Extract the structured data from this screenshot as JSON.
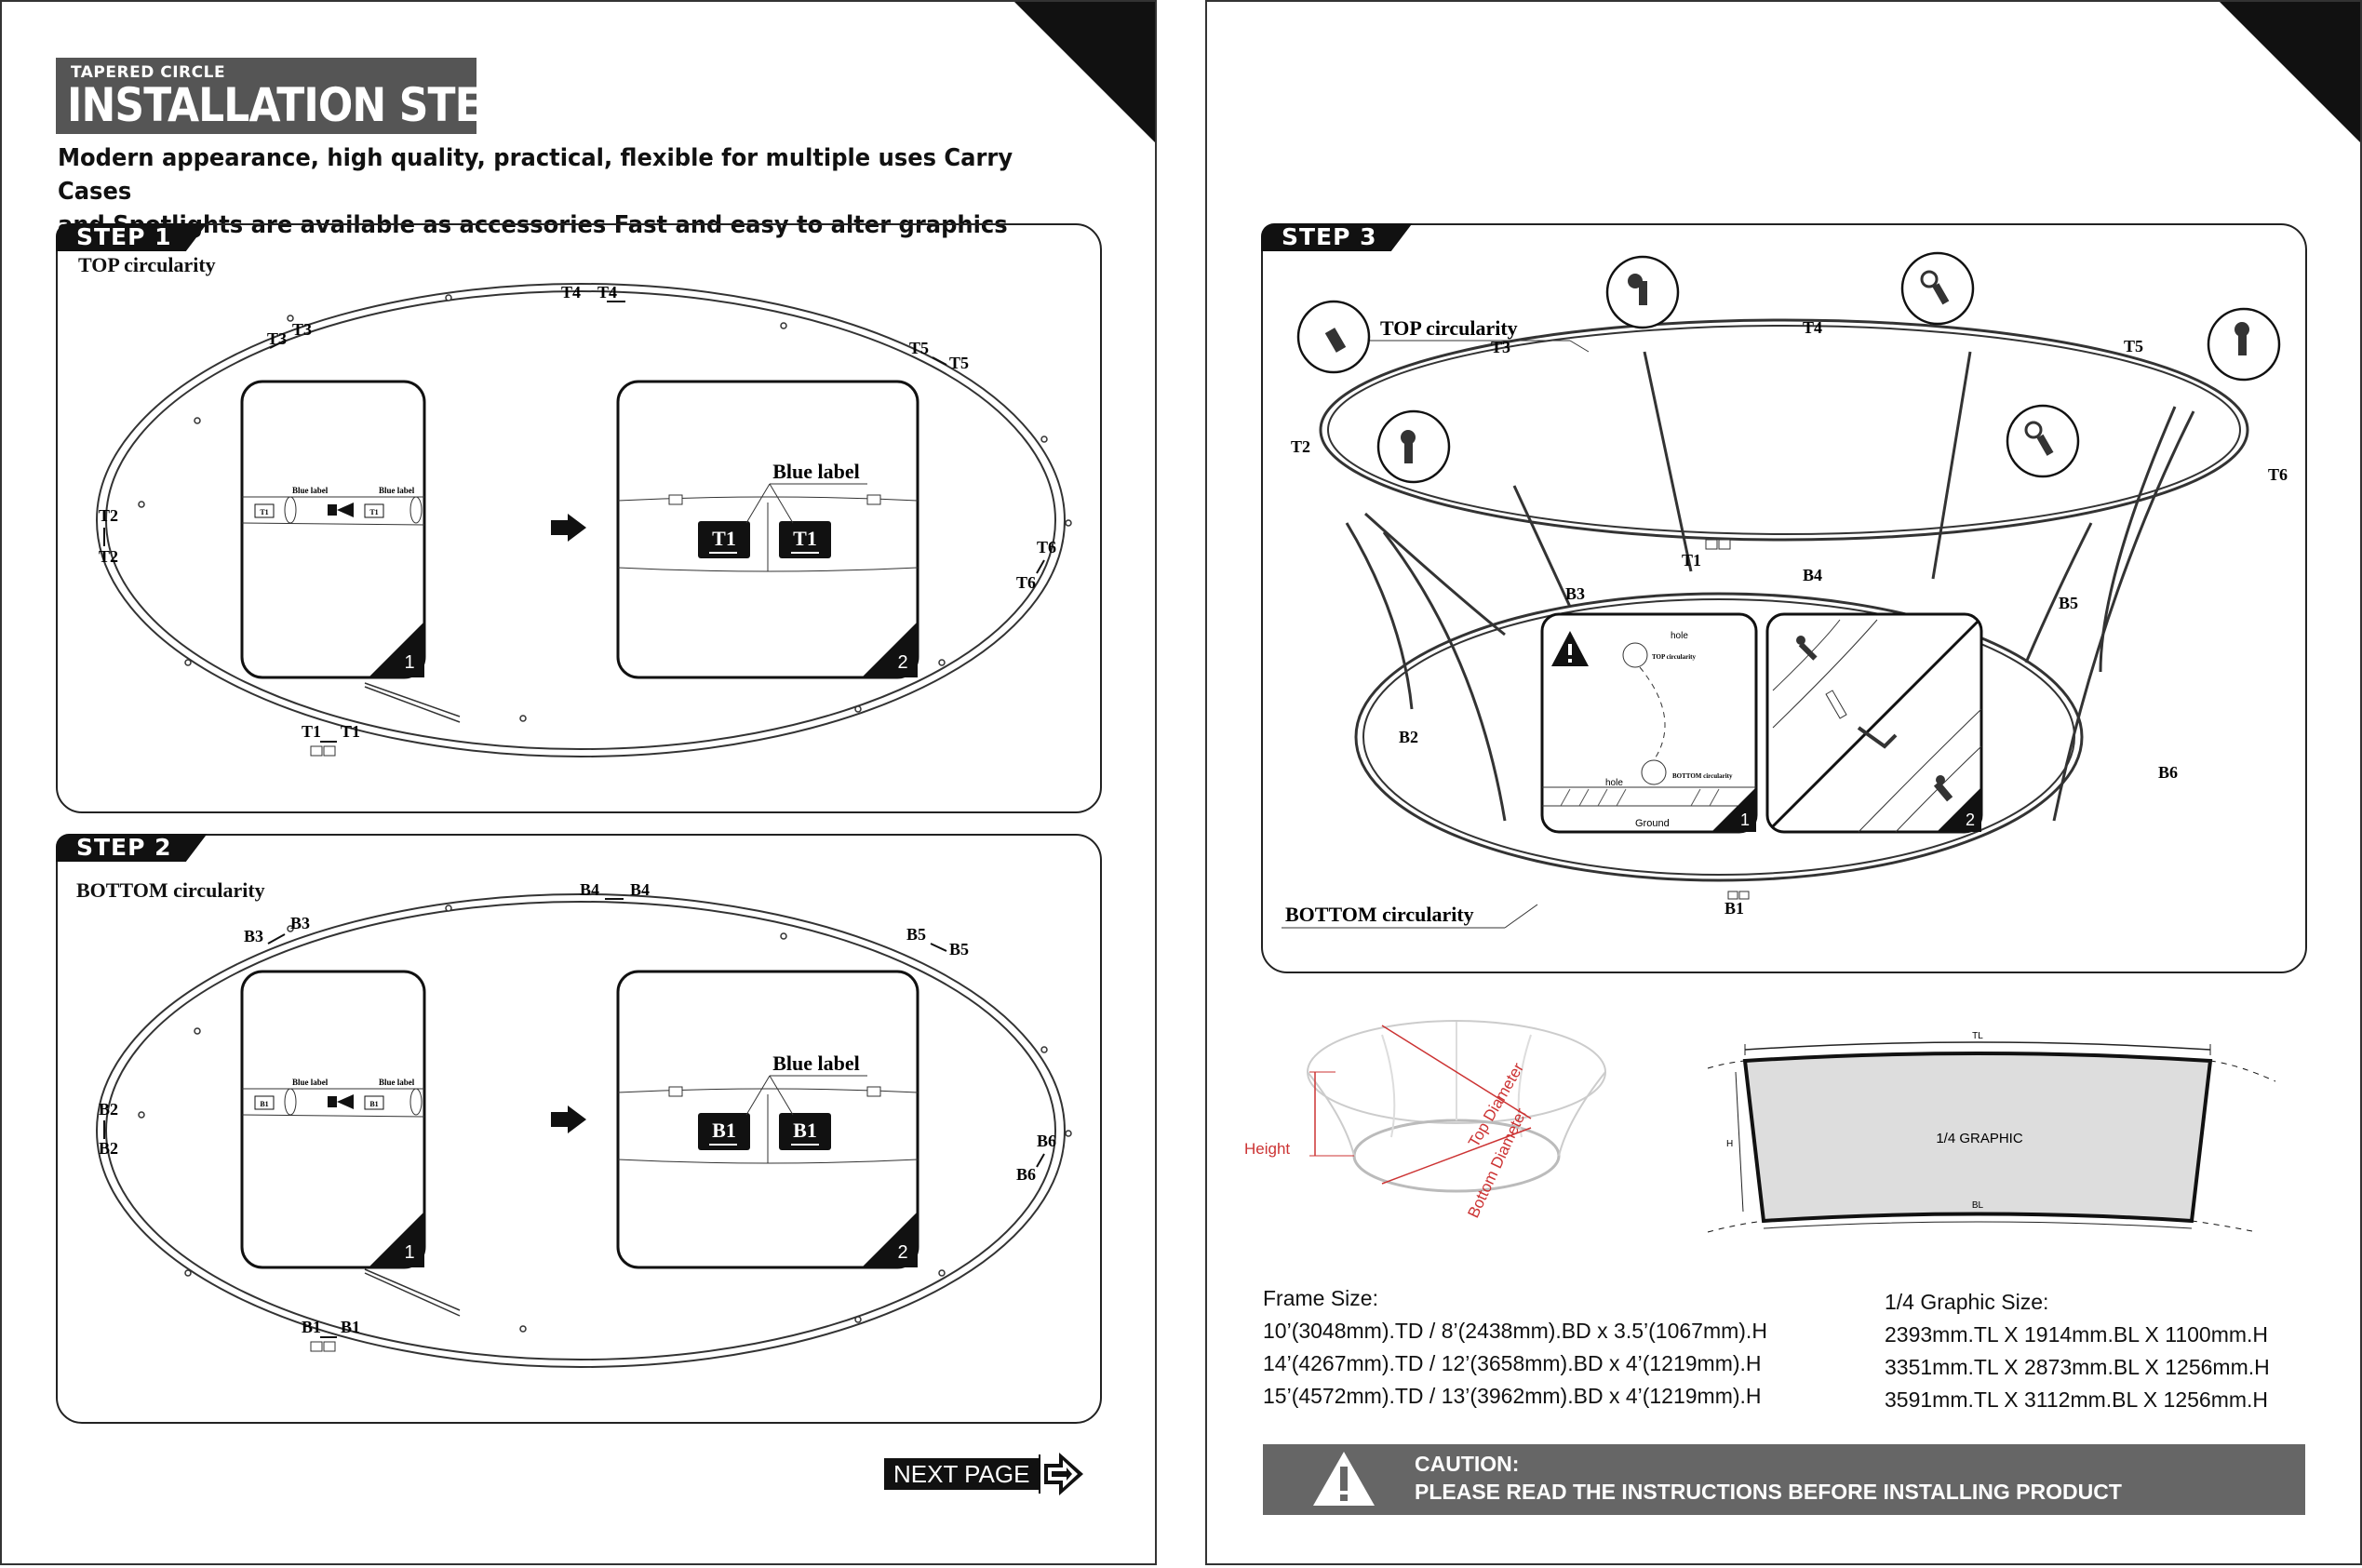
{
  "header": {
    "subtitle": "TAPERED CIRCLE",
    "title": "INSTALLATION STEPS",
    "intro_line1": "Modern appearance, high quality, practical, flexible for multiple uses Carry Cases",
    "intro_line2": "and Spotlights are available as accessories Fast and easy to alter graphics"
  },
  "step1": {
    "tag": "STEP 1",
    "section": "TOP circularity",
    "labels": {
      "t1a": "T1",
      "t1b": "T1",
      "t2a": "T2",
      "t2b": "T2",
      "t3a": "T3",
      "t3b": "T3",
      "t4a": "T4",
      "t4b": "T4",
      "t5a": "T5",
      "t5b": "T5",
      "t6a": "T6",
      "t6b": "T6"
    },
    "inset1": {
      "blue_label_a": "Blue label",
      "blue_label_b": "Blue label",
      "tag_a": "T1",
      "tag_b": "T1",
      "number": "1"
    },
    "inset2": {
      "blue_label": "Blue label",
      "tag_a": "T1",
      "tag_b": "T1",
      "number": "2"
    }
  },
  "step2": {
    "tag": "STEP 2",
    "section": "BOTTOM circularity",
    "labels": {
      "b1a": "B1",
      "b1b": "B1",
      "b2a": "B2",
      "b2b": "B2",
      "b3a": "B3",
      "b3b": "B3",
      "b4a": "B4",
      "b4b": "B4",
      "b5a": "B5",
      "b5b": "B5",
      "b6a": "B6",
      "b6b": "B6"
    },
    "inset1": {
      "blue_label_a": "Blue label",
      "blue_label_b": "Blue label",
      "tag_a": "B1",
      "tag_b": "B1",
      "number": "1"
    },
    "inset2": {
      "blue_label": "Blue label",
      "tag_a": "B1",
      "tag_b": "B1",
      "number": "2"
    }
  },
  "next_page": "NEXT PAGE",
  "step3": {
    "tag": "STEP 3",
    "top_label": "TOP circularity",
    "bottom_label": "BOTTOM circularity",
    "labels": {
      "t1": "T1",
      "t2": "T2",
      "t3": "T3",
      "t4": "T4",
      "t5": "T5",
      "t6": "T6",
      "b1": "B1",
      "b2": "B2",
      "b3": "B3",
      "b4": "B4",
      "b5": "B5",
      "b6": "B6"
    },
    "inset1": {
      "hole_top": "hole",
      "top_circ": "TOP circularity",
      "hole_bottom": "hole",
      "bottom_circ": "BOTTOM circularity",
      "ground": "Ground",
      "number": "1"
    },
    "inset2": {
      "number": "2"
    }
  },
  "dimensions": {
    "height": "Height",
    "top_diameter": "Top Diameter",
    "bottom_diameter": "Bottom Diameter",
    "tl": "TL",
    "bl": "BL",
    "h": "H",
    "graphic": "1/4 GRAPHIC"
  },
  "frame_size": {
    "title": "Frame Size:",
    "rows": [
      "10’(3048mm).TD / 8’(2438mm).BD x 3.5’(1067mm).H",
      "14’(4267mm).TD / 12’(3658mm).BD x 4’(1219mm).H",
      "15’(4572mm).TD / 13’(3962mm).BD x 4’(1219mm).H"
    ]
  },
  "graphic_size": {
    "title": "1/4 Graphic Size:",
    "rows": [
      "2393mm.TL X 1914mm.BL X 1100mm.H",
      "3351mm.TL X 2873mm.BL X 1256mm.H",
      "3591mm.TL X 3112mm.BL X 1256mm.H"
    ]
  },
  "caution": {
    "title": "CAUTION:",
    "text": "PLEASE READ THE INSTRUCTIONS BEFORE INSTALLING PRODUCT"
  }
}
